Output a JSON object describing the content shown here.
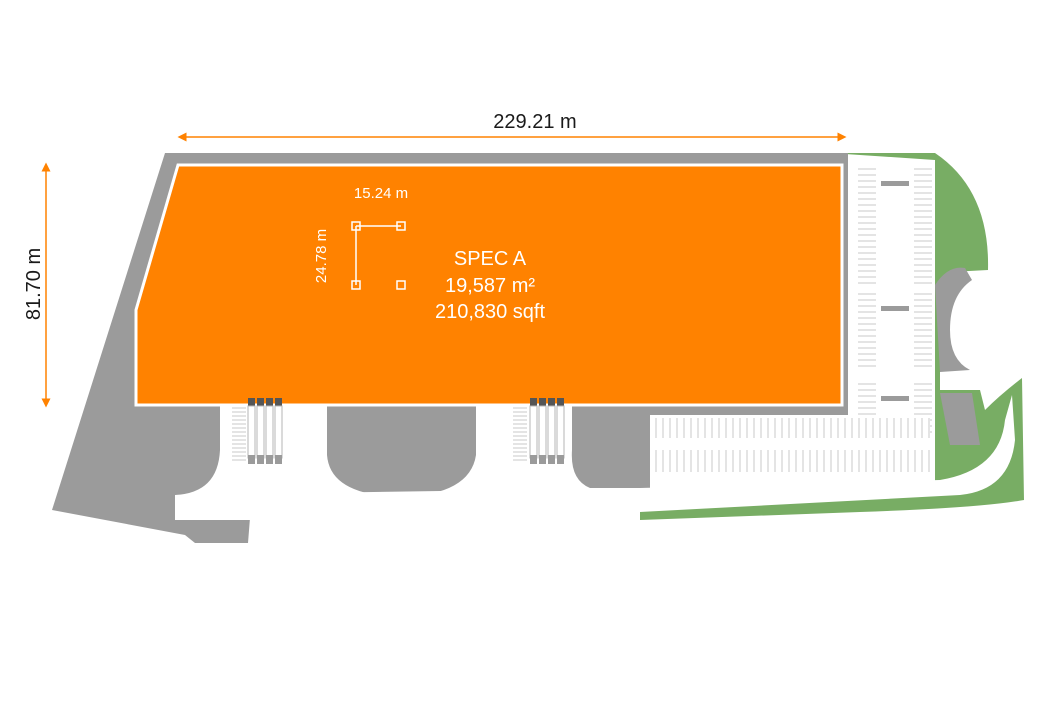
{
  "dimensions": {
    "width_label": "229.21 m",
    "depth_label": "81.70 m",
    "bay_width_label": "15.24 m",
    "bay_depth_label": "24.78 m"
  },
  "building": {
    "name": "SPEC A",
    "area_m2": "19,587 m²",
    "area_sqft": "210,830 sqft"
  },
  "colors": {
    "building": "#ff8200",
    "paving": "#9b9b9b",
    "landscape": "#78ad64",
    "dimension_arrow": "#ff8200",
    "parking_line": "#c8c8c8"
  }
}
